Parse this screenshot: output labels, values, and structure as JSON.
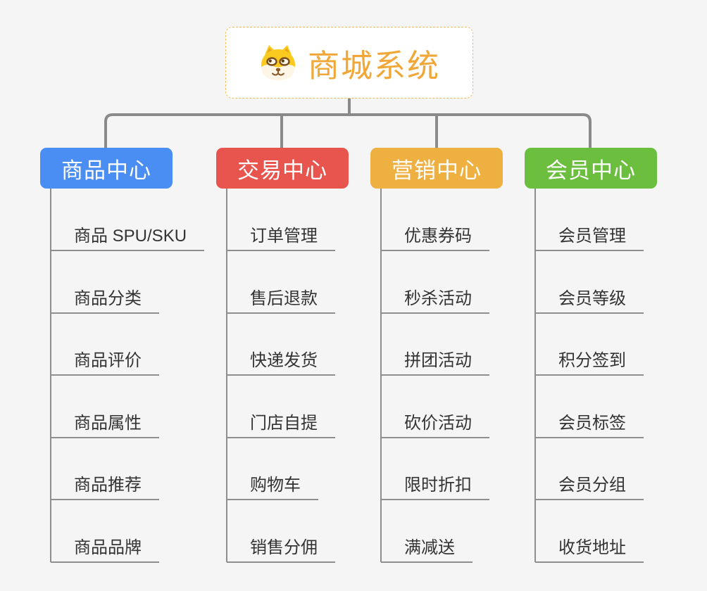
{
  "root": {
    "title": "商城系统",
    "icon": "dog-face-icon",
    "title_color": "#f0a737",
    "border_color": "#f2bc5e"
  },
  "branches": [
    {
      "label": "商品中心",
      "color": "#4a8df3",
      "items": [
        "商品 SPU/SKU",
        "商品分类",
        "商品评价",
        "商品属性",
        "商品推荐",
        "商品品牌"
      ]
    },
    {
      "label": "交易中心",
      "color": "#e8554f",
      "items": [
        "订单管理",
        "售后退款",
        "快递发货",
        "门店自提",
        "购物车",
        "销售分佣"
      ]
    },
    {
      "label": "营销中心",
      "color": "#efb042",
      "items": [
        "优惠券码",
        "秒杀活动",
        "拼团活动",
        "砍价活动",
        "限时折扣",
        "满减送"
      ]
    },
    {
      "label": "会员中心",
      "color": "#6cbe3f",
      "items": [
        "会员管理",
        "会员等级",
        "积分签到",
        "会员标签",
        "会员分组",
        "收货地址"
      ]
    }
  ],
  "connector_color": "#8a8a8a",
  "leaf_line_color": "#8e8e8e",
  "background_color": "#f5f5f5"
}
